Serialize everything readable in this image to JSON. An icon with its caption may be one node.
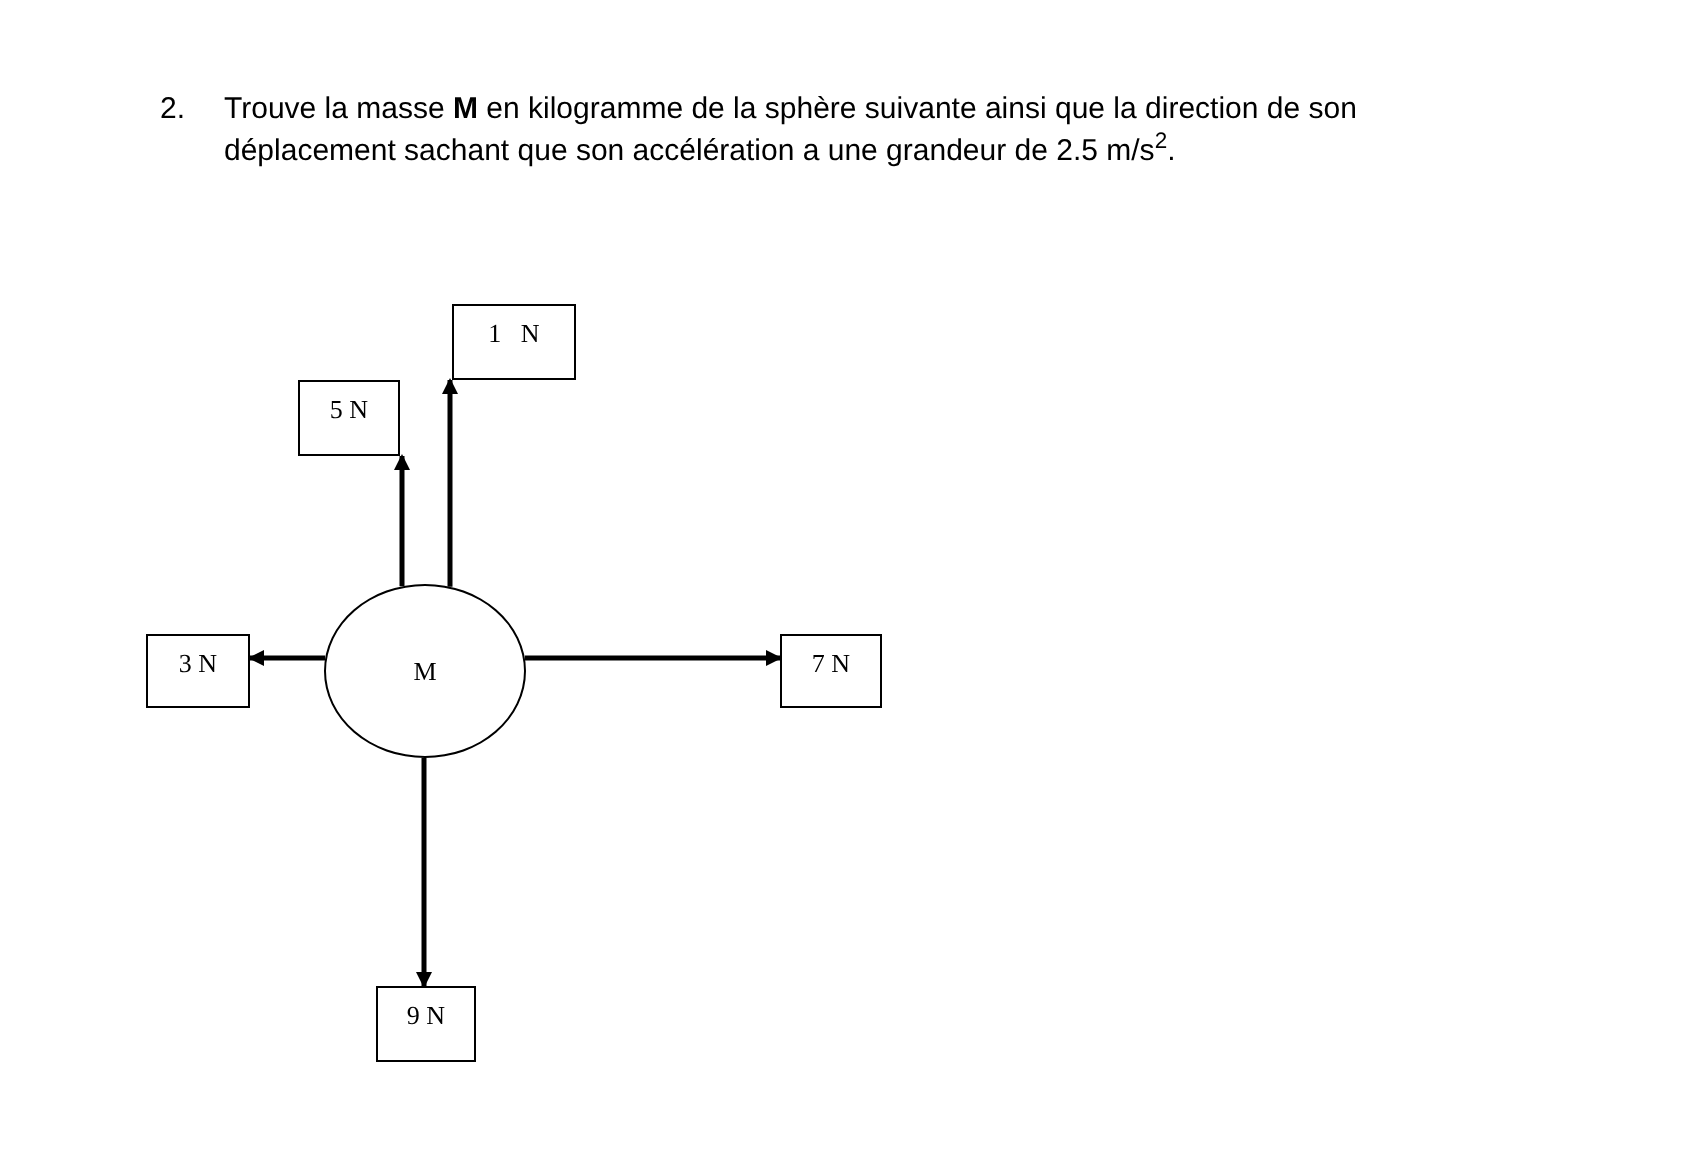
{
  "diagram": {
    "title": "Trouve la masse **M** en kilogramme de la sphère suivante ainsi que la direction de son déplacement sachant que son accélération a une grandeur de 2.5 m/s$^{2}$.",
    "nodes": [
      {
        "text": [
          "M"
        ]
      },
      {
        "text": [
          "1   N"
        ]
      },
      {
        "text": [
          "5 N"
        ]
      },
      {
        "text": [
          "3 N"
        ]
      },
      {
        "text": [
          "7 N"
        ]
      },
      {
        "text": [
          "9 N"
        ]
      }
    ],
    "edges": [
      {
        "from": 0,
        "to": 2,
        "arrow": "to"
      },
      {
        "from": 0,
        "to": 1,
        "arrow": "to"
      },
      {
        "from": 0,
        "to": 3,
        "arrow": "to"
      },
      {
        "from": 0,
        "to": 4,
        "arrow": "to"
      },
      {
        "from": 0,
        "to": 5,
        "arrow": "to"
      }
    ],
    "labels": [
      "2."
    ]
  }
}
